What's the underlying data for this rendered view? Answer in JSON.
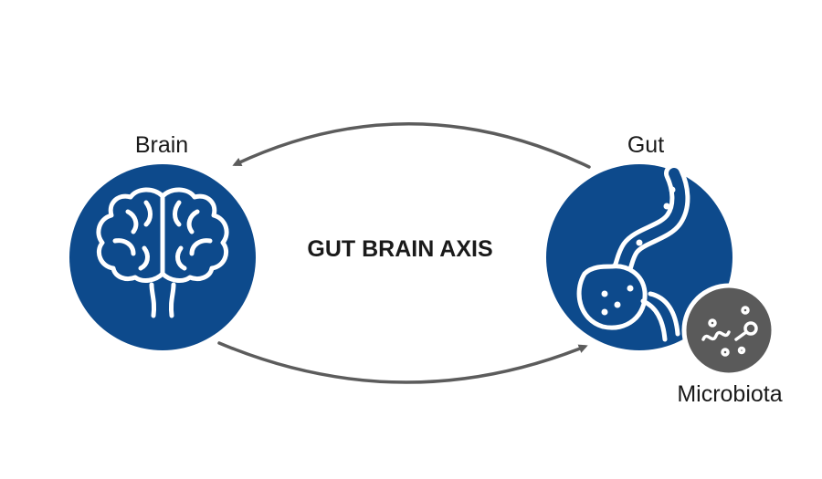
{
  "diagram": {
    "title": "GUT BRAIN AXIS",
    "nodes": {
      "brain": {
        "label": "Brain",
        "icon": "brain-icon"
      },
      "gut": {
        "label": "Gut",
        "icon": "stomach-intestine-icon"
      },
      "microbiota": {
        "label": "Microbiota",
        "icon": "microbe-icon"
      }
    },
    "arrows": [
      {
        "from": "gut",
        "to": "brain",
        "direction": "top"
      },
      {
        "from": "brain",
        "to": "gut",
        "direction": "bottom"
      }
    ]
  },
  "colors": {
    "node_fill": "#0d4a8c",
    "microbiota_fill": "#5a5a5a",
    "arrow": "#5c5c5c",
    "icon_stroke": "#ffffff",
    "text": "#1a1a1a"
  }
}
